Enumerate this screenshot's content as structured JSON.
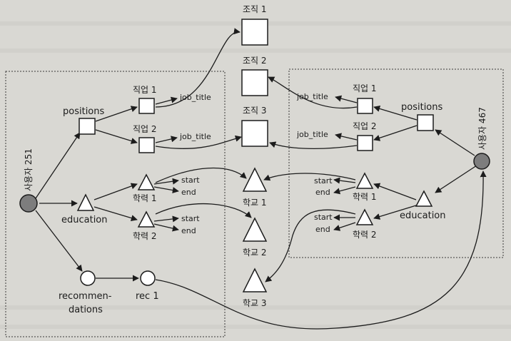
{
  "colors": {
    "user_node": "#7d7d7d",
    "background": "#d9d8d3",
    "ink": "#1c1c1c"
  },
  "user251": {
    "label": "사용자 251"
  },
  "user467": {
    "label": "사용자 467"
  },
  "left": {
    "positions": "positions",
    "job1": "직업 1",
    "job2": "직업 2",
    "job_title_1": "job_title",
    "job_title_2": "job_title",
    "education": "education",
    "edu1": "학력 1",
    "edu2": "학력 2",
    "start_1": "start",
    "end_1": "end",
    "start_2": "start",
    "end_2": "end",
    "recommendations_line1": "recommen-",
    "recommendations_line2": "dations",
    "rec1": "rec 1"
  },
  "middle": {
    "org1": "조직 1",
    "org2": "조직 2",
    "org3": "조직 3",
    "school1": "학교 1",
    "school2": "학교 2",
    "school3": "학교 3"
  },
  "right": {
    "positions": "positions",
    "job1": "직업 1",
    "job2": "직업 2",
    "job_title_1": "job_title",
    "job_title_2": "job_title",
    "education": "education",
    "edu1": "학력 1",
    "edu2": "학력 2",
    "start_1": "start",
    "end_1": "end",
    "start_2": "start",
    "end_2": "end"
  }
}
